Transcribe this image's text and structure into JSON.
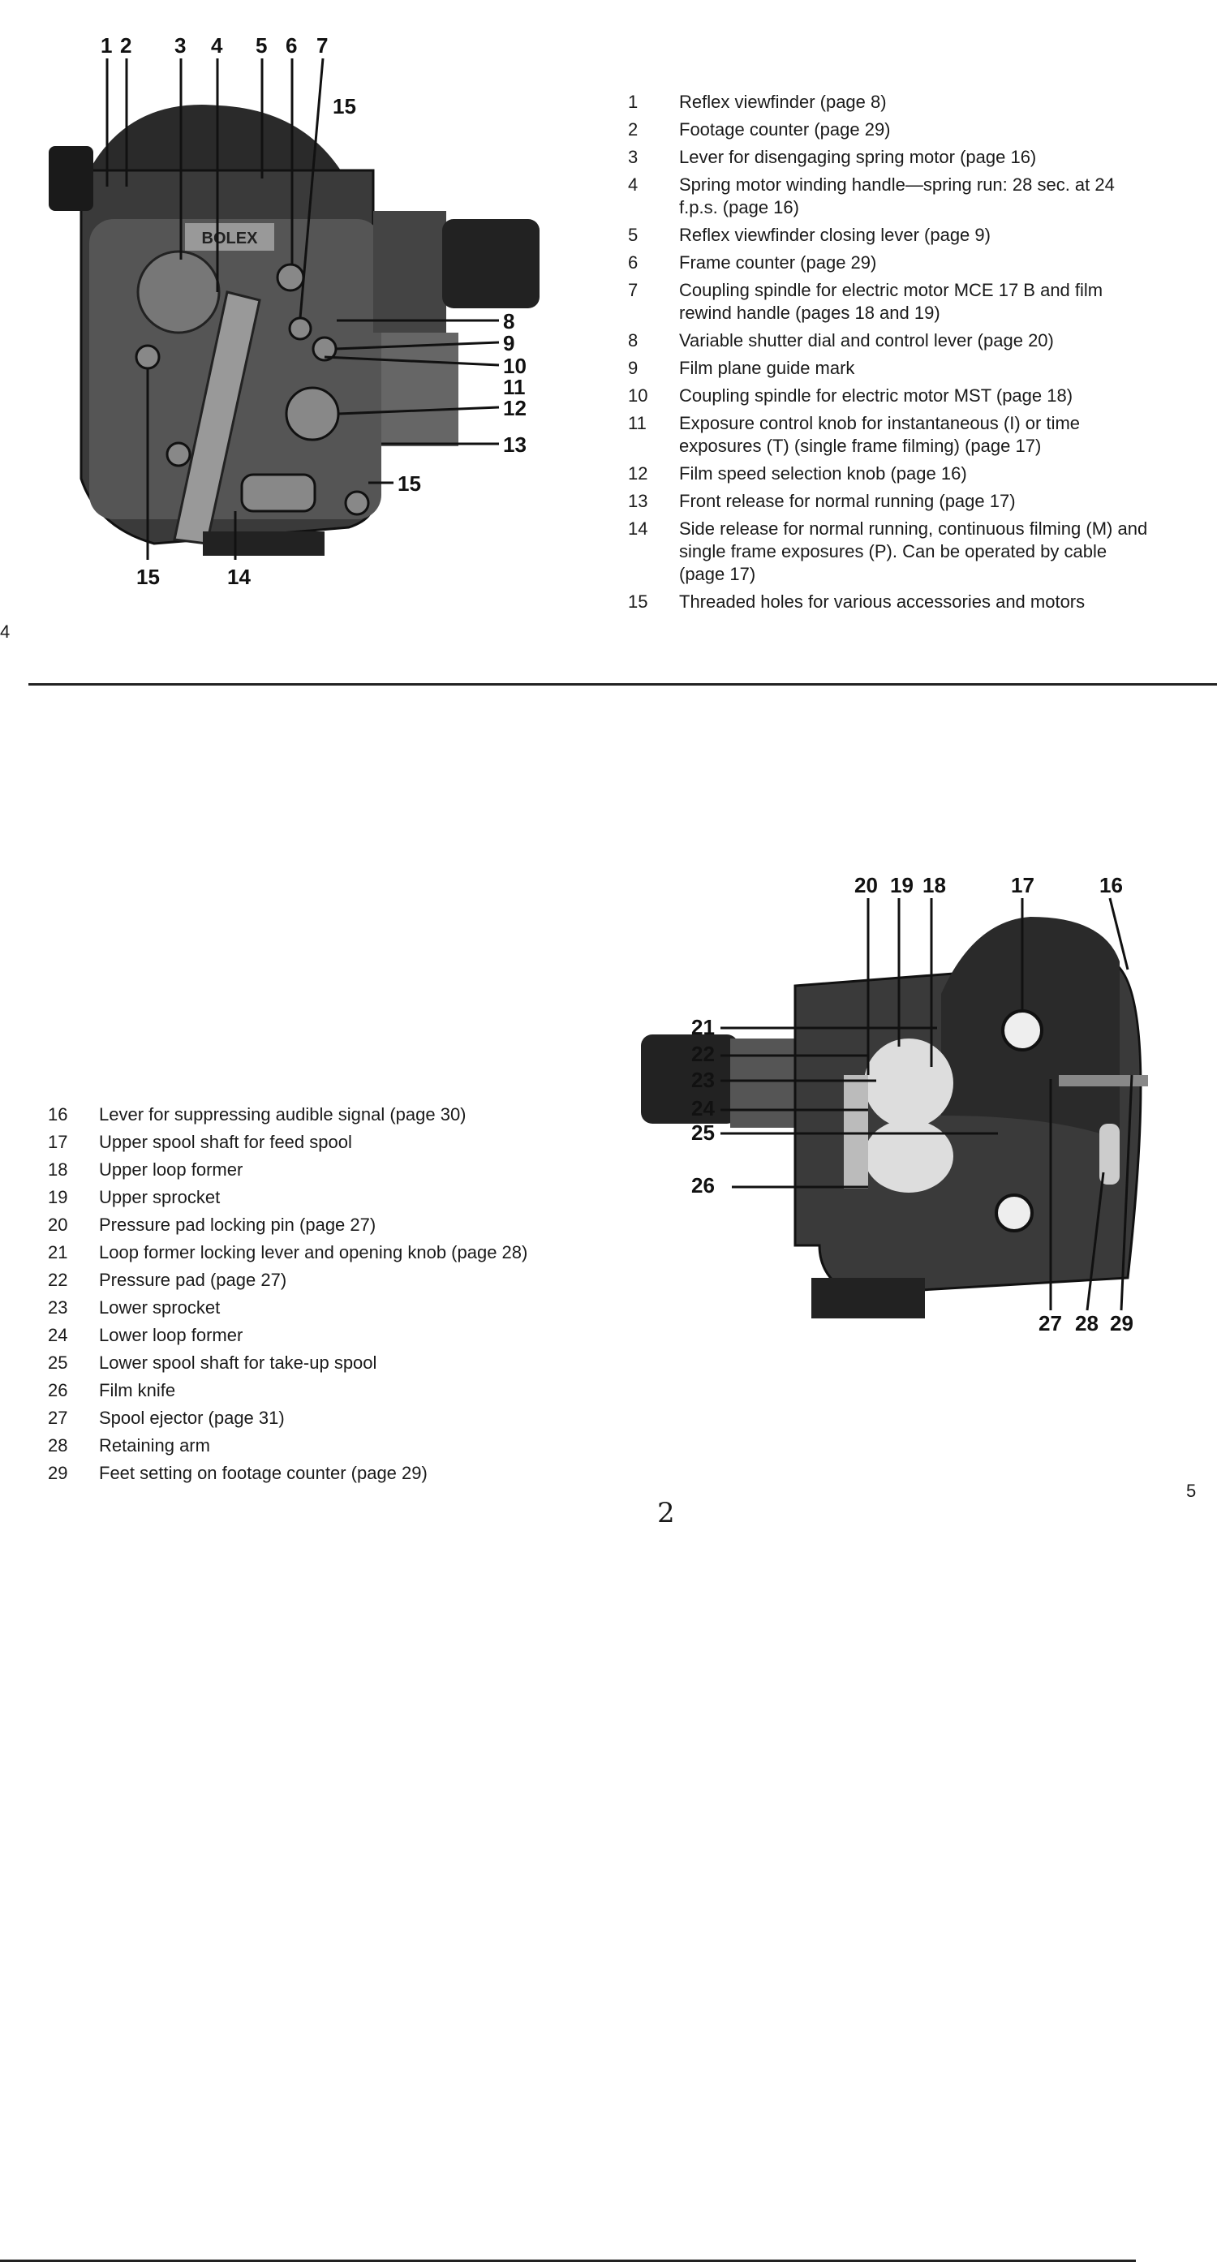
{
  "top_page": {
    "page_number": "4",
    "figure_callouts": {
      "top_row": [
        "1",
        "2",
        "3",
        "4",
        "5",
        "6",
        "7"
      ],
      "upper_right": "15",
      "right_side": [
        "8",
        "9",
        "10",
        "11",
        "12",
        "13",
        "15"
      ],
      "bottom": [
        "15",
        "14"
      ]
    },
    "legend": [
      {
        "num": "1",
        "text": "Reflex viewfinder (page 8)"
      },
      {
        "num": "2",
        "text": "Footage counter (page 29)"
      },
      {
        "num": "3",
        "text": "Lever for disengaging spring motor (page 16)"
      },
      {
        "num": "4",
        "text": "Spring motor winding handle—spring run: 28 sec. at 24 f.p.s. (page 16)"
      },
      {
        "num": "5",
        "text": "Reflex viewfinder closing lever (page 9)"
      },
      {
        "num": "6",
        "text": "Frame counter (page 29)"
      },
      {
        "num": "7",
        "text": "Coupling spindle for electric motor MCE 17 B and film rewind handle (pages 18 and 19)"
      },
      {
        "num": "8",
        "text": "Variable shutter dial and control lever (page 20)"
      },
      {
        "num": "9",
        "text": "Film plane guide mark"
      },
      {
        "num": "10",
        "text": "Coupling spindle for electric motor MST (page 18)"
      },
      {
        "num": "11",
        "text": "Exposure control knob for instantaneous (I) or time exposures (T) (single frame filming) (page 17)"
      },
      {
        "num": "12",
        "text": "Film speed selection knob (page 16)"
      },
      {
        "num": "13",
        "text": "Front release for normal running (page 17)"
      },
      {
        "num": "14",
        "text": "Side release for normal running, continuous filming (M) and single frame exposures (P). Can be operated by cable (page 17)"
      },
      {
        "num": "15",
        "text": "Threaded holes for various accessories and motors"
      }
    ]
  },
  "bottom_page": {
    "page_number": "5",
    "handwritten_mark": "2",
    "figure_callouts": {
      "top_row": [
        "20",
        "19",
        "18",
        "17",
        "16"
      ],
      "left_side": [
        "21",
        "22",
        "23",
        "24",
        "25",
        "26"
      ],
      "bottom": [
        "27",
        "28",
        "29"
      ]
    },
    "legend": [
      {
        "num": "16",
        "text": "Lever for suppressing audible signal (page 30)"
      },
      {
        "num": "17",
        "text": "Upper spool shaft for feed spool"
      },
      {
        "num": "18",
        "text": "Upper loop former"
      },
      {
        "num": "19",
        "text": "Upper sprocket"
      },
      {
        "num": "20",
        "text": "Pressure pad locking pin (page 27)"
      },
      {
        "num": "21",
        "text": "Loop former locking lever and opening knob (page 28)"
      },
      {
        "num": "22",
        "text": "Pressure pad (page 27)"
      },
      {
        "num": "23",
        "text": "Lower sprocket"
      },
      {
        "num": "24",
        "text": "Lower loop former"
      },
      {
        "num": "25",
        "text": "Lower spool shaft for take-up spool"
      },
      {
        "num": "26",
        "text": "Film knife"
      },
      {
        "num": "27",
        "text": "Spool ejector (page 31)"
      },
      {
        "num": "28",
        "text": "Retaining arm"
      },
      {
        "num": "29",
        "text": "Feet setting on footage counter (page 29)"
      }
    ]
  },
  "camera_logo": "BOLEX"
}
